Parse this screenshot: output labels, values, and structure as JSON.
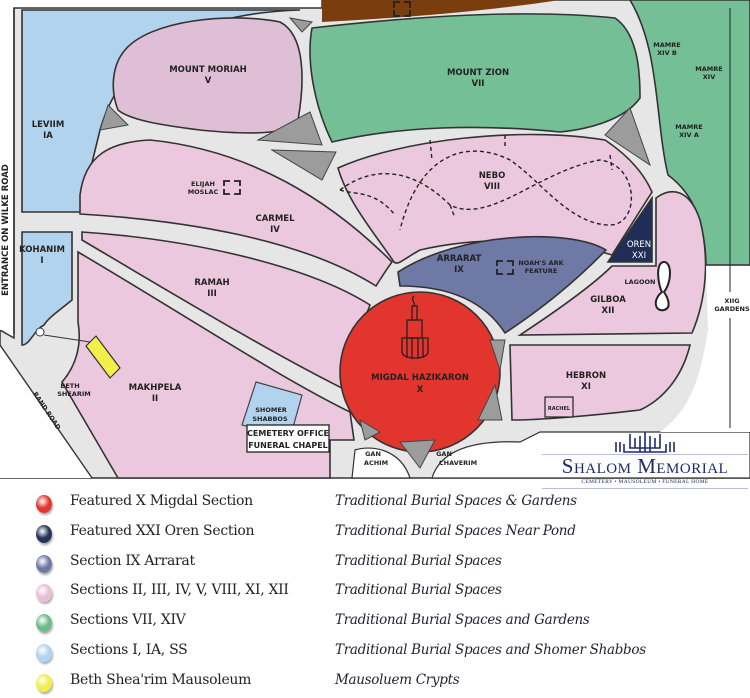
{
  "map": {
    "entrance_road": "ENTRANCE ON WILKE ROAD",
    "rand_road": "RAND ROAD",
    "sections": {
      "leviim": {
        "name": "LEVIIM",
        "num": "IA"
      },
      "kohanim": {
        "name": "KOHANIM",
        "num": "I"
      },
      "moriah": {
        "name": "MOUNT MORIAH",
        "num": "V"
      },
      "zion": {
        "name": "MOUNT ZION",
        "num": "VII"
      },
      "carmel": {
        "name": "CARMEL",
        "num": "IV"
      },
      "ramah": {
        "name": "RAMAH",
        "num": "III"
      },
      "makhpela": {
        "name": "MAKHPELA",
        "num": "II"
      },
      "nebo": {
        "name": "NEBO",
        "num": "VIII"
      },
      "arrarat": {
        "name": "ARRARAT",
        "num": "IX"
      },
      "migdal": {
        "name": "MIGDAL HAZIKARON",
        "num": "X"
      },
      "hebron": {
        "name": "HEBRON",
        "num": "XI"
      },
      "gilboa": {
        "name": "GILBOA",
        "num": "XII"
      },
      "oren": {
        "name": "OREN",
        "num": "XXI"
      },
      "mamre_b": {
        "name": "MAMRE",
        "num": "XIV B"
      },
      "mamre": {
        "name": "MAMRE",
        "num": "XIV"
      },
      "mamre_a": {
        "name": "MAMRE",
        "num": "XIV A"
      },
      "xiig": {
        "name": "XIIG",
        "num": "GARDENS"
      }
    },
    "features": {
      "elijah": [
        "ELIJAH",
        "MOSLAC"
      ],
      "noah": [
        "NOAH'S ARK",
        "FEATURE"
      ],
      "lagoon": "LAGOON",
      "rachel": "RACHEL",
      "beth": [
        "BETH",
        "SHEARIM"
      ],
      "shomer": [
        "SHOMER",
        "SHABBOS"
      ],
      "office": [
        "CEMETERY OFFICE",
        "FUNERAL CHAPEL"
      ],
      "gan_achim": [
        "GAN",
        "ACHIM"
      ],
      "gan_chaverim": [
        "GAN",
        "CHAVERIM"
      ]
    },
    "colors": {
      "red": "#e2352e",
      "navy": "#1f2d57",
      "slate": "#6f79a6",
      "pink": "#ecc8df",
      "green": "#74bf95",
      "blue": "#b1d3ee",
      "yellow": "#f2ee4a",
      "brown": "#7a3e0e",
      "road": "#e6e6e6"
    }
  },
  "logo": {
    "name": "Shalom Memorial",
    "tagline": "CEMETERY  •  MAUSOLEUM  •  FUNERAL HOME"
  },
  "legend": [
    {
      "color": "#e2352e",
      "label": "Featured X Migdal Section",
      "desc": "Traditional Burial Spaces & Gardens"
    },
    {
      "color": "#253459",
      "label": "Featured XXI Oren Section",
      "desc": "Traditional Burial Spaces Near Pond"
    },
    {
      "color": "#6f79a6",
      "label": "Section    IX Arrarat",
      "desc": "Traditional Burial Spaces"
    },
    {
      "color": "#e6c0d8",
      "label": "Sections  II, III, IV, V, VIII, XI, XII",
      "desc": "Traditional Burial Spaces"
    },
    {
      "color": "#6dbb8c",
      "label": "Sections  VII, XIV",
      "desc": "Traditional Burial Spaces and Gardens"
    },
    {
      "color": "#b1d3ee",
      "label": "Sections  I, IA, SS",
      "desc": "Traditional Burial Spaces and Shomer Shabbos"
    },
    {
      "color": "#f2ee4a",
      "label": "Beth Shea'rim Mausoleum",
      "desc": "Mausoluem Crypts"
    }
  ]
}
